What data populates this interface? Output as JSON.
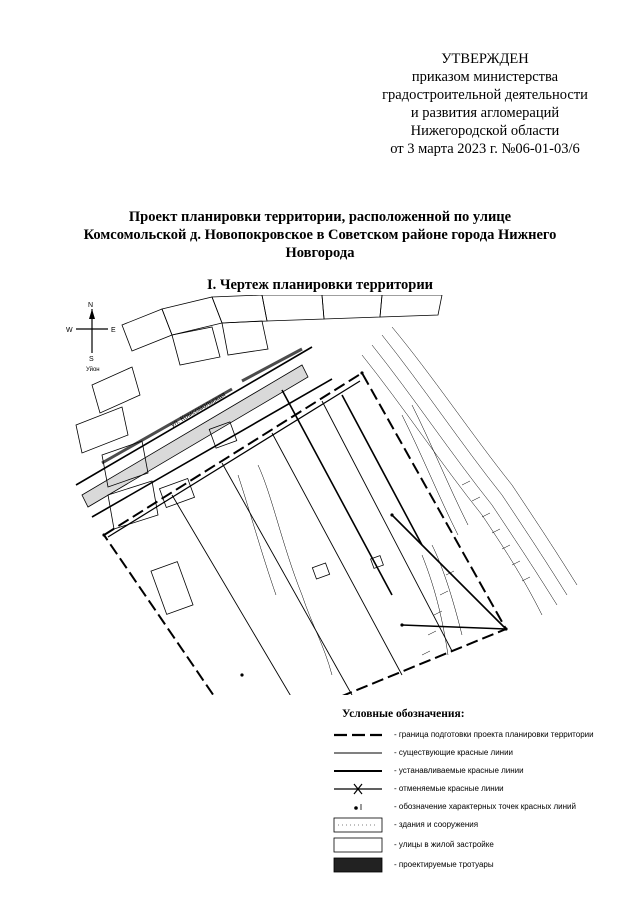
{
  "approval": {
    "lines": [
      "УТВЕРЖДЕН",
      "приказом министерства",
      "градостроительной деятельности",
      "и развития агломераций",
      "Нижегородской области",
      "от 3 марта 2023 г. №06-01-03/6"
    ]
  },
  "document": {
    "title_lines": [
      "Проект планировки территории, расположенной по улице",
      "Комсомольской д. Новопокровское в Советском районе города Нижнего",
      "Новгорода"
    ],
    "section_heading": "I. Чертеж планировки территории"
  },
  "map": {
    "compass": {
      "north": "N",
      "south": "S",
      "west": "W",
      "east": "E"
    },
    "street_label": "ул. Комсомольская",
    "corner_label": "Уйон"
  },
  "legend": {
    "title": "Условные обозначения:",
    "items": [
      {
        "symbol": "dash-thick",
        "text": "- граница подготовки проекта планировки территории"
      },
      {
        "symbol": "line-thin",
        "text": "- существующие красные линии"
      },
      {
        "symbol": "line-thick",
        "text": "- устанавливаемые красные линии"
      },
      {
        "symbol": "line-cross",
        "text": "- отменяемые красные линии"
      },
      {
        "symbol": "point",
        "text": "- обозначение характерных точек красных линий"
      },
      {
        "symbol": "box-dotted",
        "text": "- здания и сооружения"
      },
      {
        "symbol": "box-plain",
        "text": "- улицы в жилой застройке"
      },
      {
        "symbol": "box-dark",
        "text": "- проектируемые тротуары"
      }
    ]
  },
  "colors": {
    "ink": "#000000",
    "paper": "#ffffff"
  }
}
